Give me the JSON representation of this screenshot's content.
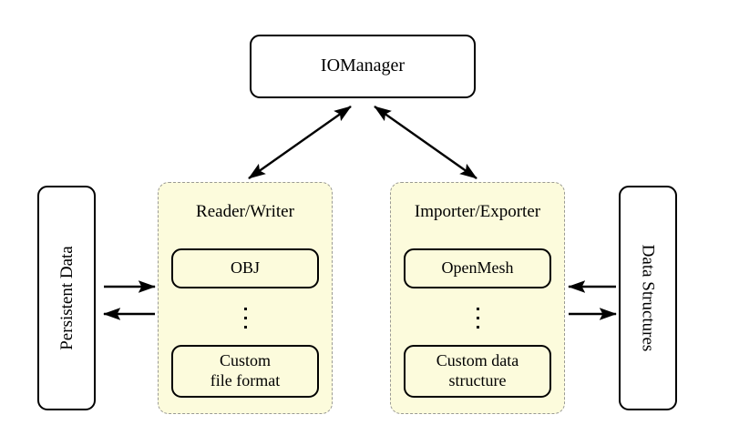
{
  "diagram": {
    "title_node": {
      "label": "IOManager"
    },
    "side_boxes": [
      {
        "name": "persistent-data",
        "label": "Persistent Data",
        "orientation": "rotated-ccw"
      },
      {
        "name": "data-structures",
        "label": "Data Structures",
        "orientation": "rotated-cw"
      }
    ],
    "groups": [
      {
        "name": "reader-writer",
        "title": "Reader/Writer",
        "items": [
          {
            "label": "OBJ"
          },
          {
            "label": "Custom\nfile format",
            "line1": "Custom",
            "line2": "file format"
          }
        ],
        "ellipsis": "⋮"
      },
      {
        "name": "importer-exporter",
        "title": "Importer/Exporter",
        "items": [
          {
            "label": "OpenMesh"
          },
          {
            "label": "Custom data\nstructure",
            "line1": "Custom data",
            "line2": "structure"
          }
        ],
        "ellipsis": "⋮"
      }
    ],
    "connections": [
      {
        "name": "manager-to-reader-writer",
        "from": "IOManager",
        "to": "Reader/Writer",
        "style": "double-headed-arrow"
      },
      {
        "name": "manager-to-importer-exporter",
        "from": "IOManager",
        "to": "Importer/Exporter",
        "style": "double-headed-arrow"
      },
      {
        "name": "persistent-data-to-reader-writer",
        "from": "Persistent Data",
        "to": "Reader/Writer",
        "style": "arrow-right"
      },
      {
        "name": "reader-writer-to-persistent-data",
        "from": "Reader/Writer",
        "to": "Persistent Data",
        "style": "arrow-left"
      },
      {
        "name": "data-structures-to-importer-exporter",
        "from": "Data Structures",
        "to": "Importer/Exporter",
        "style": "arrow-left"
      },
      {
        "name": "importer-exporter-to-data-structures",
        "from": "Importer/Exporter",
        "to": "Data Structures",
        "style": "arrow-right"
      }
    ],
    "colors": {
      "panel_fill": "#fcfbdc",
      "panel_border": "#9a9a94",
      "node_border": "#000000",
      "node_fill": "#ffffff",
      "background": "#ffffff",
      "arrow": "#000000"
    }
  }
}
